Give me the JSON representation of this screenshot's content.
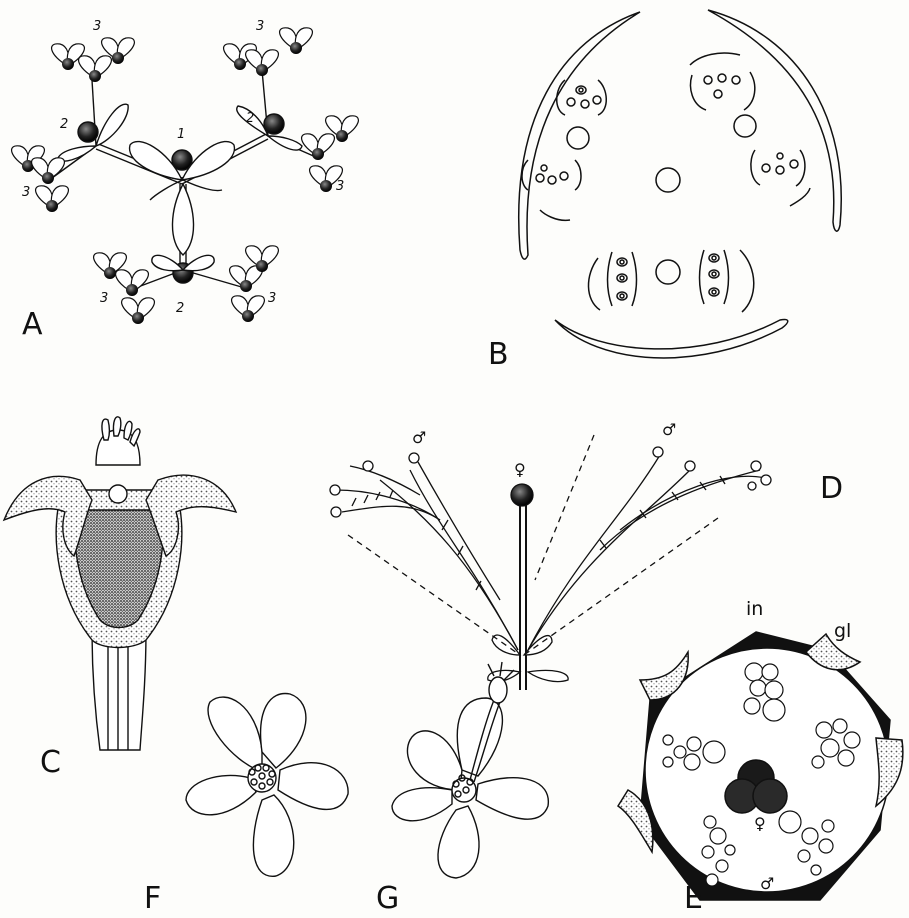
{
  "panels": {
    "A": {
      "label": "A",
      "order_1": "1",
      "order_2": "2",
      "order_3": "3"
    },
    "B": {
      "label": "B"
    },
    "C": {
      "label": "C"
    },
    "D": {
      "label": "D",
      "male_symbol": "♂",
      "female_symbol": "♀"
    },
    "E": {
      "label": "E",
      "involucre_tag": "in",
      "gland_tag": "gl",
      "female_symbol": "♀",
      "male_symbol": "♂"
    },
    "F": {
      "label": "F"
    },
    "G": {
      "label": "G"
    }
  },
  "colors": {
    "ink": "#111111",
    "paper": "#fdfdfb",
    "stipple": "#b9b9b9"
  }
}
